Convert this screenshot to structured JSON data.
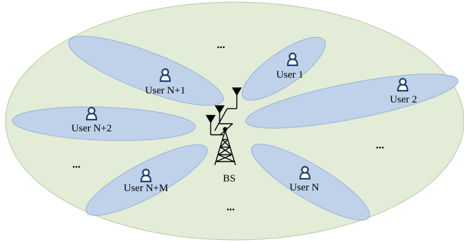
{
  "colors": {
    "cell_fill": "#e3ecd6",
    "cell_stroke": "#b8c7a4",
    "beam_fill": "#bfd2ea",
    "beam_stroke": "#94b2d8",
    "icon_stroke": "#1f3f6e",
    "icon_fill": "#ffffff"
  },
  "base_station": {
    "label": "BS",
    "icon": "cell-tower-icon"
  },
  "users": [
    {
      "label": "User 1",
      "icon": "user-icon"
    },
    {
      "label": "User 2",
      "icon": "user-icon"
    },
    {
      "label": "User N",
      "icon": "user-icon"
    },
    {
      "label": "User N+1",
      "icon": "user-icon"
    },
    {
      "label": "User N+2",
      "icon": "user-icon"
    },
    {
      "label": "User N+M",
      "icon": "user-icon"
    }
  ],
  "ellipses": [
    "...",
    "...",
    "...",
    "..."
  ]
}
